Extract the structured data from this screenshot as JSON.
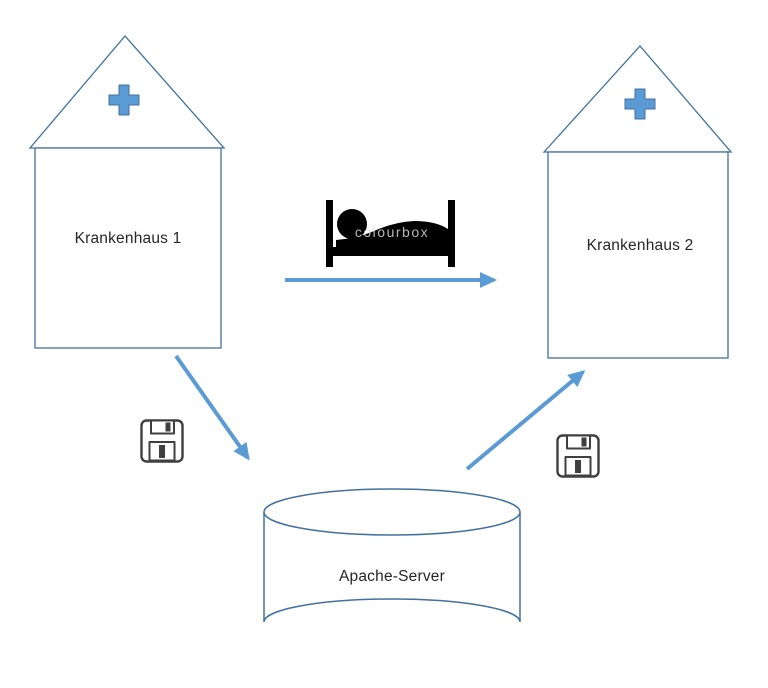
{
  "diagram": {
    "nodes": {
      "hospital1": {
        "label": "Krankenhaus 1",
        "shape": "house"
      },
      "hospital2": {
        "label": "Krankenhaus 2",
        "shape": "house"
      },
      "server": {
        "label": "Apache-Server",
        "shape": "database-cylinder"
      }
    },
    "edges": [
      {
        "from": "hospital1",
        "to": "hospital2",
        "via": "patient-bed-icon",
        "direction": "right"
      },
      {
        "from": "hospital1",
        "to": "server",
        "via": "floppy-disk-icon",
        "direction": "down-right"
      },
      {
        "from": "server",
        "to": "hospital2",
        "via": "floppy-disk-icon",
        "direction": "up-right"
      }
    ],
    "icons": {
      "hospital_cross": "medical-cross",
      "patient_bed": "person-in-bed",
      "storage": "floppy-disk",
      "server": "database-cylinder"
    },
    "watermark": "colourbox",
    "colors": {
      "arrow": "#5b9bd5",
      "outline": "#41719c",
      "cross": "#5b9bd5",
      "ink": "#000000",
      "floppy": "#3f3f3f"
    }
  }
}
